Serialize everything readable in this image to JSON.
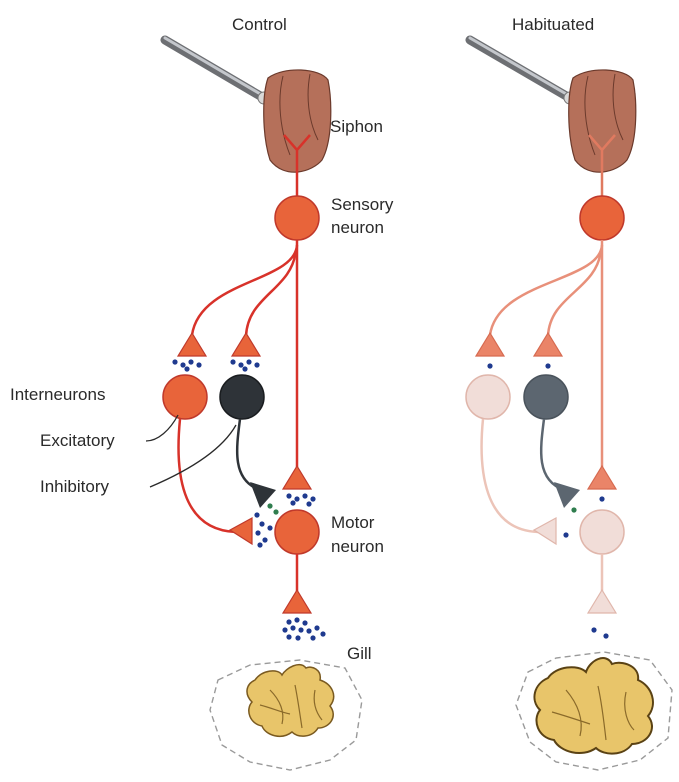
{
  "titles": {
    "control": "Control",
    "habituated": "Habituated"
  },
  "labels": {
    "siphon": "Siphon",
    "sensory_line1": "Sensory",
    "sensory_line2": "neuron",
    "interneurons": "Interneurons",
    "excitatory": "Excitatory",
    "inhibitory": "Inhibitory",
    "motor_line1": "Motor",
    "motor_line2": "neuron",
    "gill": "Gill"
  },
  "colors": {
    "control_neuron": "#e8643a",
    "control_axon": "#d8322a",
    "inhibitory": "#2e3338",
    "vesicle": "#1f3a8f",
    "green_vesicle": "#2f7d4e",
    "siphon": "#b5705a",
    "gill": "#e8c56a",
    "habituated_faded": "#f1ddd8",
    "habituated_inhibitory": "#5c6670"
  },
  "icons": {
    "probe": "probe-needle-icon"
  }
}
